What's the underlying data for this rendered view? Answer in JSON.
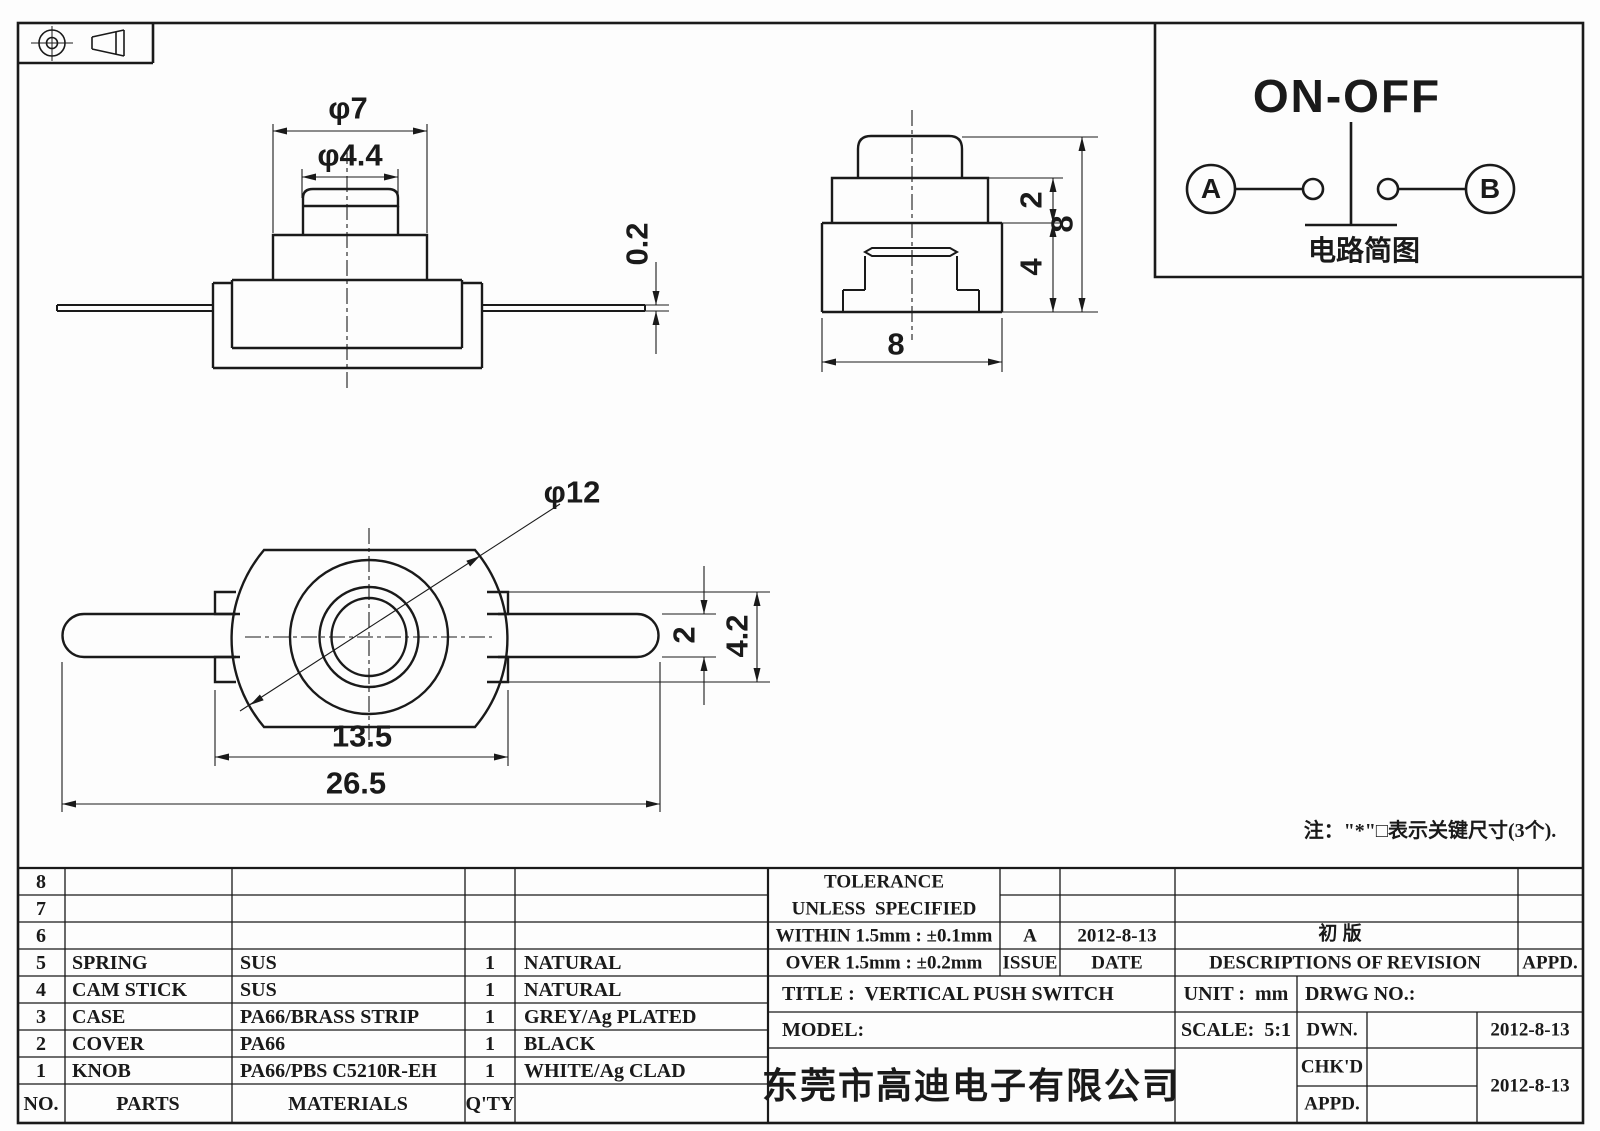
{
  "dims": {
    "front_phi7": "φ7",
    "front_phi44": "φ4.4",
    "front_02": "0.2",
    "side_2": "2",
    "side_4": "4",
    "side_8_height": "8",
    "side_8_width": "8",
    "top_phi12": "φ12",
    "top_2": "2",
    "top_42": "4.2",
    "top_135": "13.5",
    "top_265": "26.5"
  },
  "circuit": {
    "title": "ON-OFF",
    "terminal_a": "A",
    "terminal_b": "B",
    "caption": "电路简图"
  },
  "note": "注：\"*\"□表示关键尺寸(3个).",
  "parts_table": {
    "headers": {
      "no": "NO.",
      "parts": "PARTS",
      "materials": "MATERIALS",
      "qty": "Q'TY",
      "color": ""
    },
    "rows": [
      {
        "no": "8",
        "parts": "",
        "materials": "",
        "qty": "",
        "color": ""
      },
      {
        "no": "7",
        "parts": "",
        "materials": "",
        "qty": "",
        "color": ""
      },
      {
        "no": "6",
        "parts": "",
        "materials": "",
        "qty": "",
        "color": ""
      },
      {
        "no": "5",
        "parts": "SPRING",
        "materials": "SUS",
        "qty": "1",
        "color": "NATURAL"
      },
      {
        "no": "4",
        "parts": "CAM STICK",
        "materials": "SUS",
        "qty": "1",
        "color": "NATURAL"
      },
      {
        "no": "3",
        "parts": "CASE",
        "materials": "PA66/BRASS STRIP",
        "qty": "1",
        "color": "GREY/Ag PLATED"
      },
      {
        "no": "2",
        "parts": "COVER",
        "materials": "PA66",
        "qty": "1",
        "color": "BLACK"
      },
      {
        "no": "1",
        "parts": "KNOB",
        "materials": "PA66/PBS C5210R-EH",
        "qty": "1",
        "color": "WHITE/Ag CLAD"
      }
    ]
  },
  "title_block": {
    "tolerance_line1": "TOLERANCE",
    "tolerance_line2": "UNLESS  SPECIFIED",
    "within": "WITHIN 1.5mm : ±0.1mm",
    "over": "OVER 1.5mm : ±0.2mm",
    "issue_value": "A",
    "issue_label": "ISSUE",
    "date_value": "2012-8-13",
    "date_label": "DATE",
    "revision_value": "初 版",
    "revision_label": "DESCRIPTIONS OF REVISION",
    "appd_col_label": "APPD.",
    "title": "TITLE :  VERTICAL PUSH SWITCH",
    "unit": "UNIT :  mm",
    "drwg_no": "DRWG NO.:",
    "model": "MODEL:",
    "scale": "SCALE:  5:1",
    "dwn_label": "DWN.",
    "chkd_label": "CHK'D",
    "appd_label": "APPD.",
    "dwn_date": "2012-8-13",
    "chkd_date": "2012-8-13",
    "company": "东莞市高迪电子有限公司"
  }
}
